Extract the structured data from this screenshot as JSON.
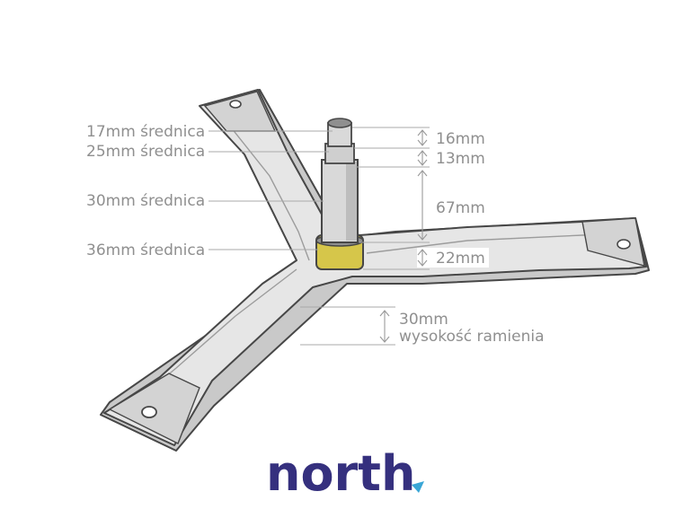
{
  "labels": {
    "diam_17": "17mm średnica",
    "diam_25": "25mm średnica",
    "diam_30": "30mm średnica",
    "diam_36": "36mm średnica"
  },
  "dimensions": {
    "len_16": "16mm",
    "len_13": "13mm",
    "len_67": "67mm",
    "len_22": "22mm",
    "arm_height_value": "30mm",
    "arm_height_text": "wysokość ramienia"
  },
  "brand": {
    "name": "north",
    "text_color": "#35307e",
    "accent_color": "#3aa6d6"
  },
  "colors": {
    "bracket_fill": "#e6e6e6",
    "bracket_outline": "#474747",
    "pad_fill": "#d3d3d3",
    "seal_ring": "#d6c64a"
  }
}
